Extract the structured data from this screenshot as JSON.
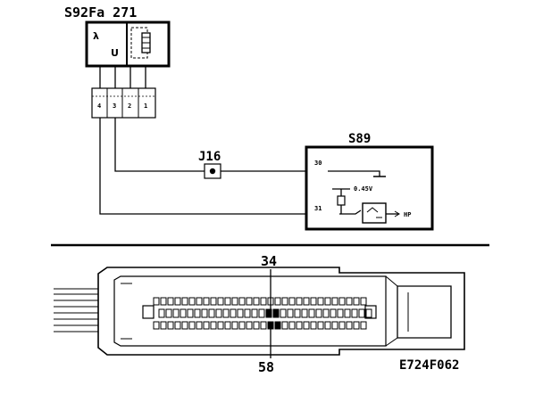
{
  "top": {
    "sensor_label": "S92Fa 271",
    "sensor_symbol_left": "λ",
    "sensor_symbol_right": "U",
    "connector_pins": [
      "4",
      "3",
      "2",
      "1"
    ],
    "junction_label": "J16",
    "ecu_label": "S89",
    "ecu_ground_pin": "30",
    "ecu_voltage": "0.45V",
    "ecu_input_pin": "31",
    "ecu_output_pin": "HP"
  },
  "bottom": {
    "pin_top_label": "34",
    "pin_bottom_label": "58",
    "figure_code": "E724F062"
  }
}
